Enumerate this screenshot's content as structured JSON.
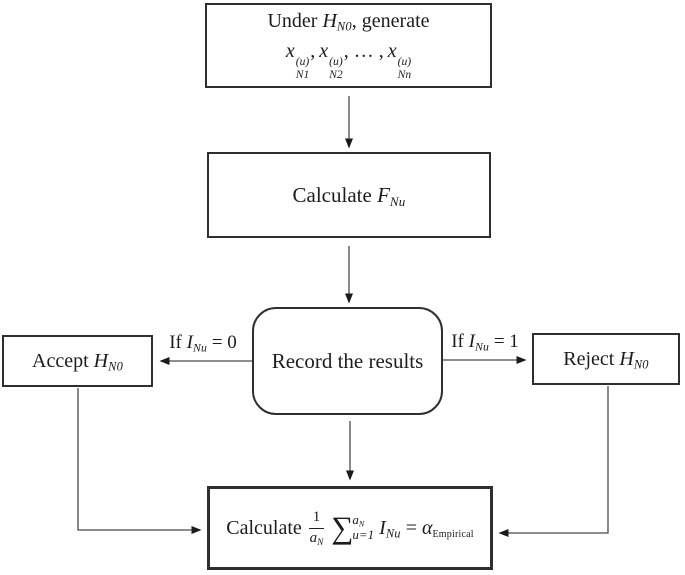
{
  "diagram": {
    "generate_box": {
      "prefix": "Under ",
      "hypothesis": {
        "base": "H",
        "sub": "N0"
      },
      "suffix": ", generate",
      "terms": [
        {
          "base": "x",
          "sup": "(u)",
          "sub": "N1",
          "sep": ","
        },
        {
          "base": "x",
          "sup": "(u)",
          "sub": "N2",
          "sep": ", … ,"
        },
        {
          "base": "x",
          "sup": "(u)",
          "sub": "Nn",
          "sep": ""
        }
      ]
    },
    "calculate_box": {
      "prefix": "Calculate ",
      "stat": {
        "base": "F",
        "sub": "Nu"
      }
    },
    "record_box": {
      "label": "Record the results"
    },
    "accept_box": {
      "prefix": "Accept ",
      "hypothesis": {
        "base": "H",
        "sub": "N0"
      }
    },
    "reject_box": {
      "prefix": "Reject ",
      "hypothesis": {
        "base": "H",
        "sub": "N0"
      }
    },
    "accept_condition": {
      "if": "If  ",
      "var": {
        "base": "I",
        "sub": "Nu"
      },
      "eq": " = 0"
    },
    "reject_condition": {
      "if": "If  ",
      "var": {
        "base": "I",
        "sub": "Nu"
      },
      "eq": " = 1"
    },
    "empirical_box": {
      "prefix": "Calculate",
      "frac": {
        "num": "1",
        "den": {
          "base": "a",
          "sub": "N"
        }
      },
      "sum": {
        "symbol": "∑",
        "upper": {
          "base": "a",
          "sub": "N"
        },
        "lower": "u=1"
      },
      "var": {
        "base": "I",
        "sub": "Nu"
      },
      "eq": " = ",
      "alpha": {
        "base": "α",
        "sub": "Empirical"
      }
    },
    "colors": {
      "line": "#4a4a4a",
      "arrowhead": "#1b1b1b",
      "border": "#2f2f2f",
      "text": "#1c1c1c",
      "background": "#ffffff"
    }
  }
}
